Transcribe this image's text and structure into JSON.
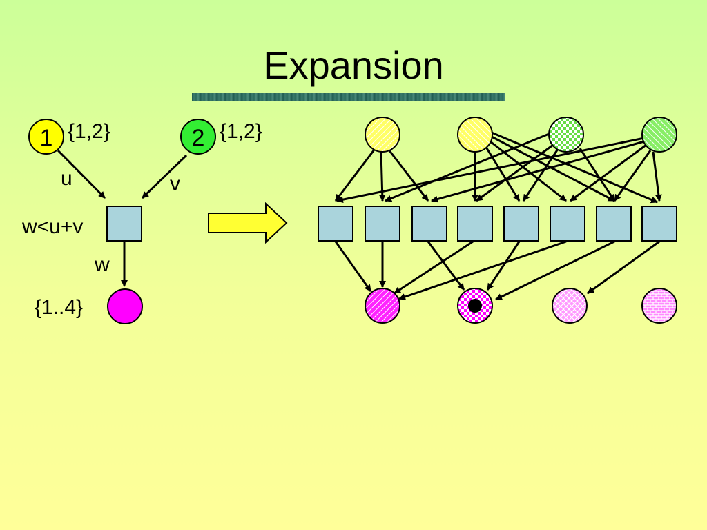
{
  "slide": {
    "title": "Expansion"
  },
  "left_graph": {
    "node_u": {
      "label": "1",
      "domain": "{1,2}",
      "color": "#ffff00"
    },
    "node_v": {
      "label": "2",
      "domain": "{1,2}",
      "color": "#33ee33"
    },
    "edge_u_label": "u",
    "edge_v_label": "v",
    "constraint_label": "w<u+v",
    "edge_w_label": "w",
    "node_w": {
      "domain": "{1..4}",
      "color": "#ff00ff"
    }
  },
  "expansion_arrow": {
    "color": "#ffff33"
  },
  "colors": {
    "factor_fill": "#aad4dc",
    "yellow": "#ffff33",
    "green": "#66ee66",
    "magenta": "#ff00ff"
  }
}
